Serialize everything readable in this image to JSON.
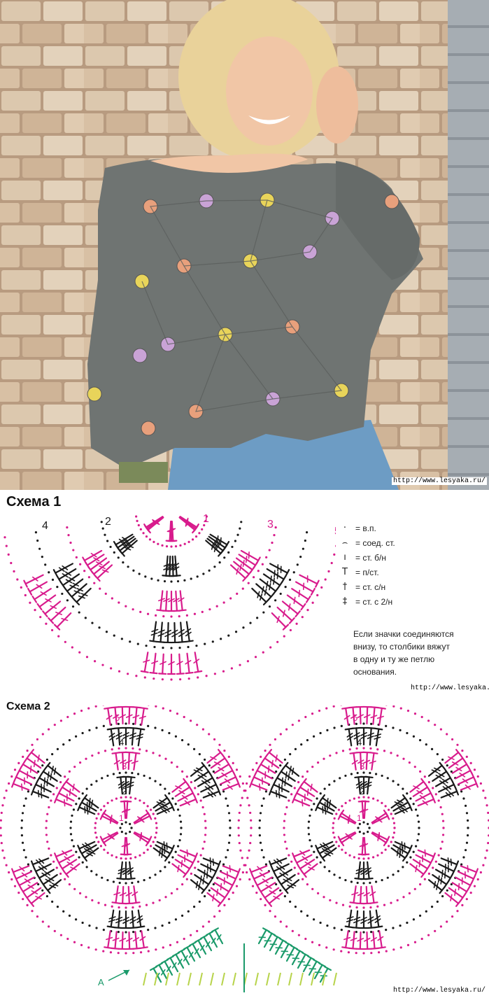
{
  "watermark": "http://www.lesyaka.ru/",
  "schema1": {
    "title": "Схема 1",
    "row_numbers": [
      "1",
      "2",
      "3",
      "4",
      "5"
    ]
  },
  "legend": [
    {
      "symbol": "·",
      "text": "= в.п."
    },
    {
      "symbol": "⌢",
      "text": "= соед. ст."
    },
    {
      "symbol": "ı",
      "text": "= ст. б/н"
    },
    {
      "symbol": "T",
      "text": "= п/ст."
    },
    {
      "symbol": "†",
      "text": "= ст. с/н"
    },
    {
      "symbol": "‡",
      "text": "= ст. с 2/н"
    }
  ],
  "note_lines": [
    "Если значки соединяются",
    "внизу, то столбики вяжут",
    "в одну и ту же петлю",
    "основания."
  ],
  "schema2": {
    "title": "Схема 2",
    "row_numbers": [
      "1",
      "2",
      "3",
      "4",
      "5"
    ],
    "arrow_label": "A"
  },
  "colors": {
    "magenta": "#d81b8c",
    "black": "#1a1a1a",
    "green": "#1a9a6a",
    "lime": "#b7d34a",
    "sweater": "#6f7472",
    "brick": "#c9a98a"
  }
}
